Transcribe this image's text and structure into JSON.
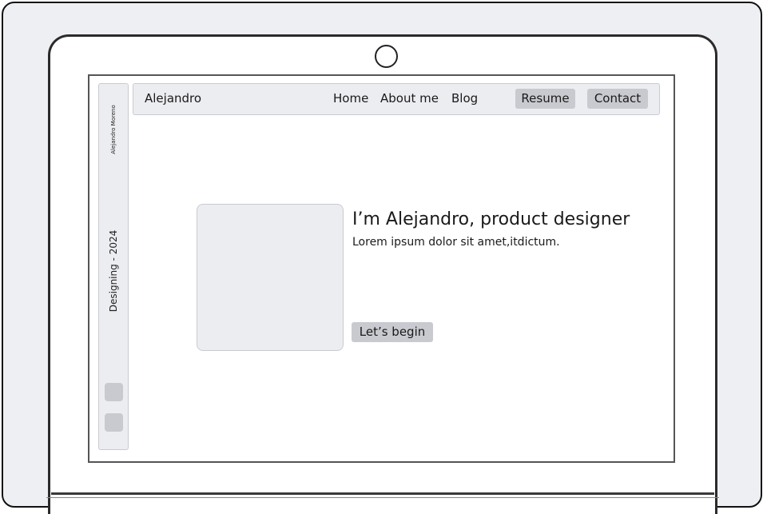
{
  "sidebar": {
    "name": "Alejandro Moreno",
    "tagline": "Designing - 2024"
  },
  "navbar": {
    "brand": "Alejandro",
    "links": [
      "Home",
      "About me",
      "Blog"
    ],
    "buttons": [
      "Resume",
      "Contact"
    ]
  },
  "hero": {
    "title": "I’m Alejandro, product designer",
    "subtitle": "Lorem ipsum dolor sit amet,itdictum.",
    "cta_label": "Let’s begin"
  }
}
